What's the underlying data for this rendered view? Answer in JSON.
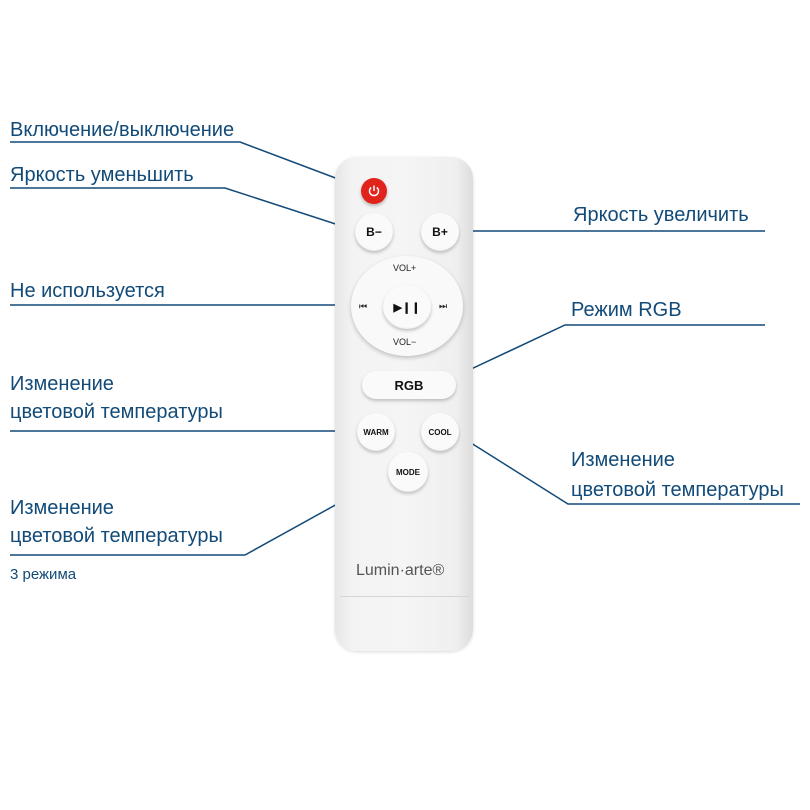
{
  "colors": {
    "accent": "#124a78",
    "power": "#e0241b"
  },
  "labels": {
    "power": "Включение/выключение",
    "brightness_down": "Яркость уменьшить",
    "brightness_up": "Яркость увеличить",
    "not_used": "Не используется",
    "rgb_mode": "Режим RGB",
    "color_temp_left_1": "Изменение",
    "color_temp_left_2": "цветовой температуры",
    "color_temp_right_1": "Изменение",
    "color_temp_right_2": "цветовой температуры",
    "mode_1": "Изменение",
    "mode_2": "цветовой температуры",
    "mode_note": "3 режима"
  },
  "remote": {
    "b_minus": "B−",
    "b_plus": "B+",
    "vol_up": "VOL+",
    "vol_down": "VOL−",
    "play_pause": "▶❙❙",
    "prev": "⏮",
    "next": "⏭",
    "rgb": "RGB",
    "warm": "WARM",
    "cool": "COOL",
    "mode": "MODE",
    "brand": "Lumin·arte®"
  }
}
